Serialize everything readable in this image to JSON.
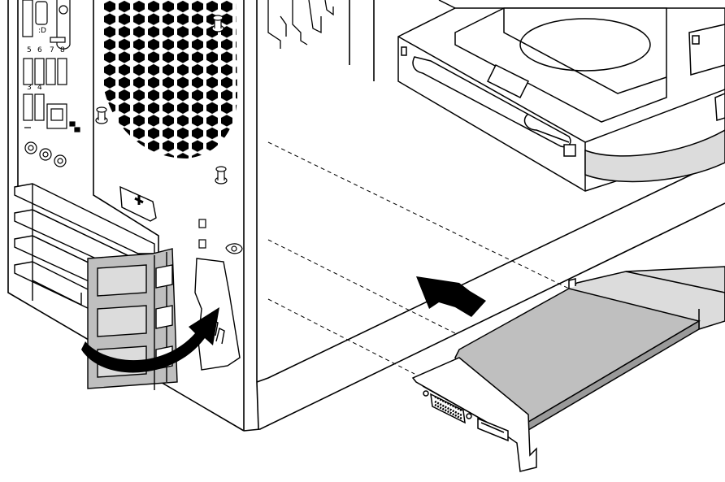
{
  "figure": {
    "kind": "installation-illustration",
    "subject": "pci-express-card-installation",
    "port_labels": [
      "5",
      "6",
      "7",
      "8",
      "3",
      "4"
    ],
    "colors": {
      "line": "#000000",
      "gray_fill": "#bfbfbf",
      "light_gray": "#dcdcdc",
      "background": "#ffffff"
    },
    "icons": [
      "displayport-icon",
      "network-icon",
      "usb-icon",
      "audio-jack-icon",
      "rotate-arrow-icon",
      "insert-arrow-icon"
    ]
  }
}
